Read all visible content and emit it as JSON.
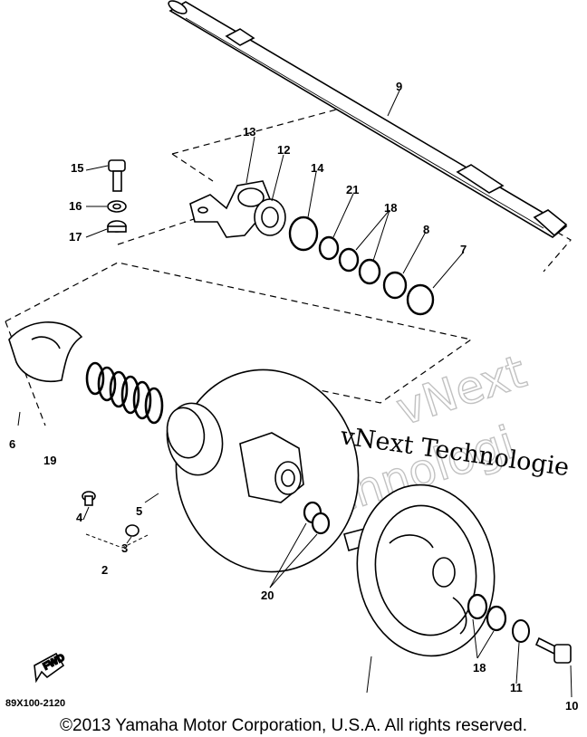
{
  "diagram": {
    "callouts": {
      "c1": "9",
      "c2": "13",
      "c3": "12",
      "c4": "14",
      "c5": "21",
      "c6": "18",
      "c7": "8",
      "c8": "7",
      "c9": "15",
      "c10": "16",
      "c11": "17",
      "c12": "6",
      "c13": "19",
      "c14": "5",
      "c15": "4",
      "c16": "3",
      "c17": "2",
      "c18": "20",
      "c19": "18",
      "c20": "11",
      "c21": "10"
    },
    "front_arrow_label": "FWD",
    "diagram_code": "89X100-2120"
  },
  "watermark": {
    "line1": "vNext Technologie",
    "outline_top": "vNext",
    "outline_bottom": "Technologi"
  },
  "footer": {
    "copyright": "©2013 Yamaha Motor Corporation, U.S.A. All rights reserved."
  }
}
